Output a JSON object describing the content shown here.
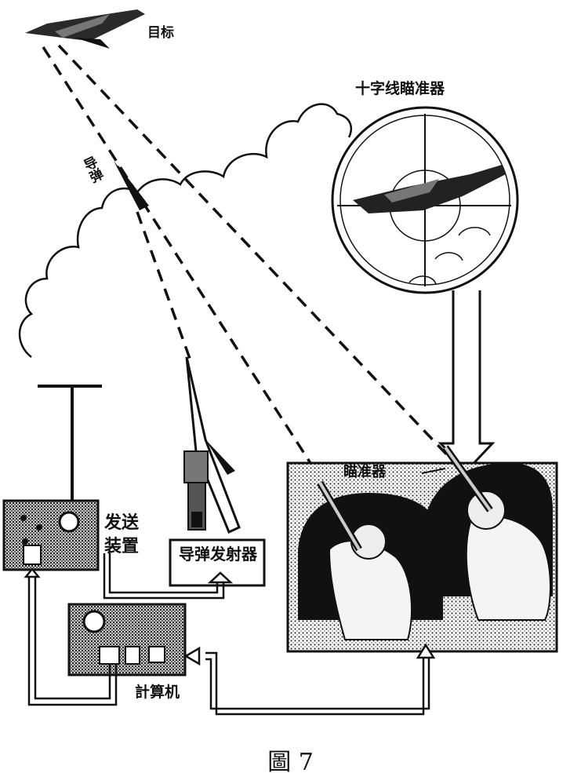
{
  "labels": {
    "target": "目标",
    "missile": "导弹",
    "crosshair_sight": "十字线瞄准器",
    "sight": "瞄准器",
    "transmitter": "发送装置",
    "launcher": "导弹发射器",
    "computer": "計算机"
  },
  "caption": "圖 7",
  "colors": {
    "ink": "#111111",
    "paper": "#ffffff",
    "screen": "#9a9a9a"
  }
}
